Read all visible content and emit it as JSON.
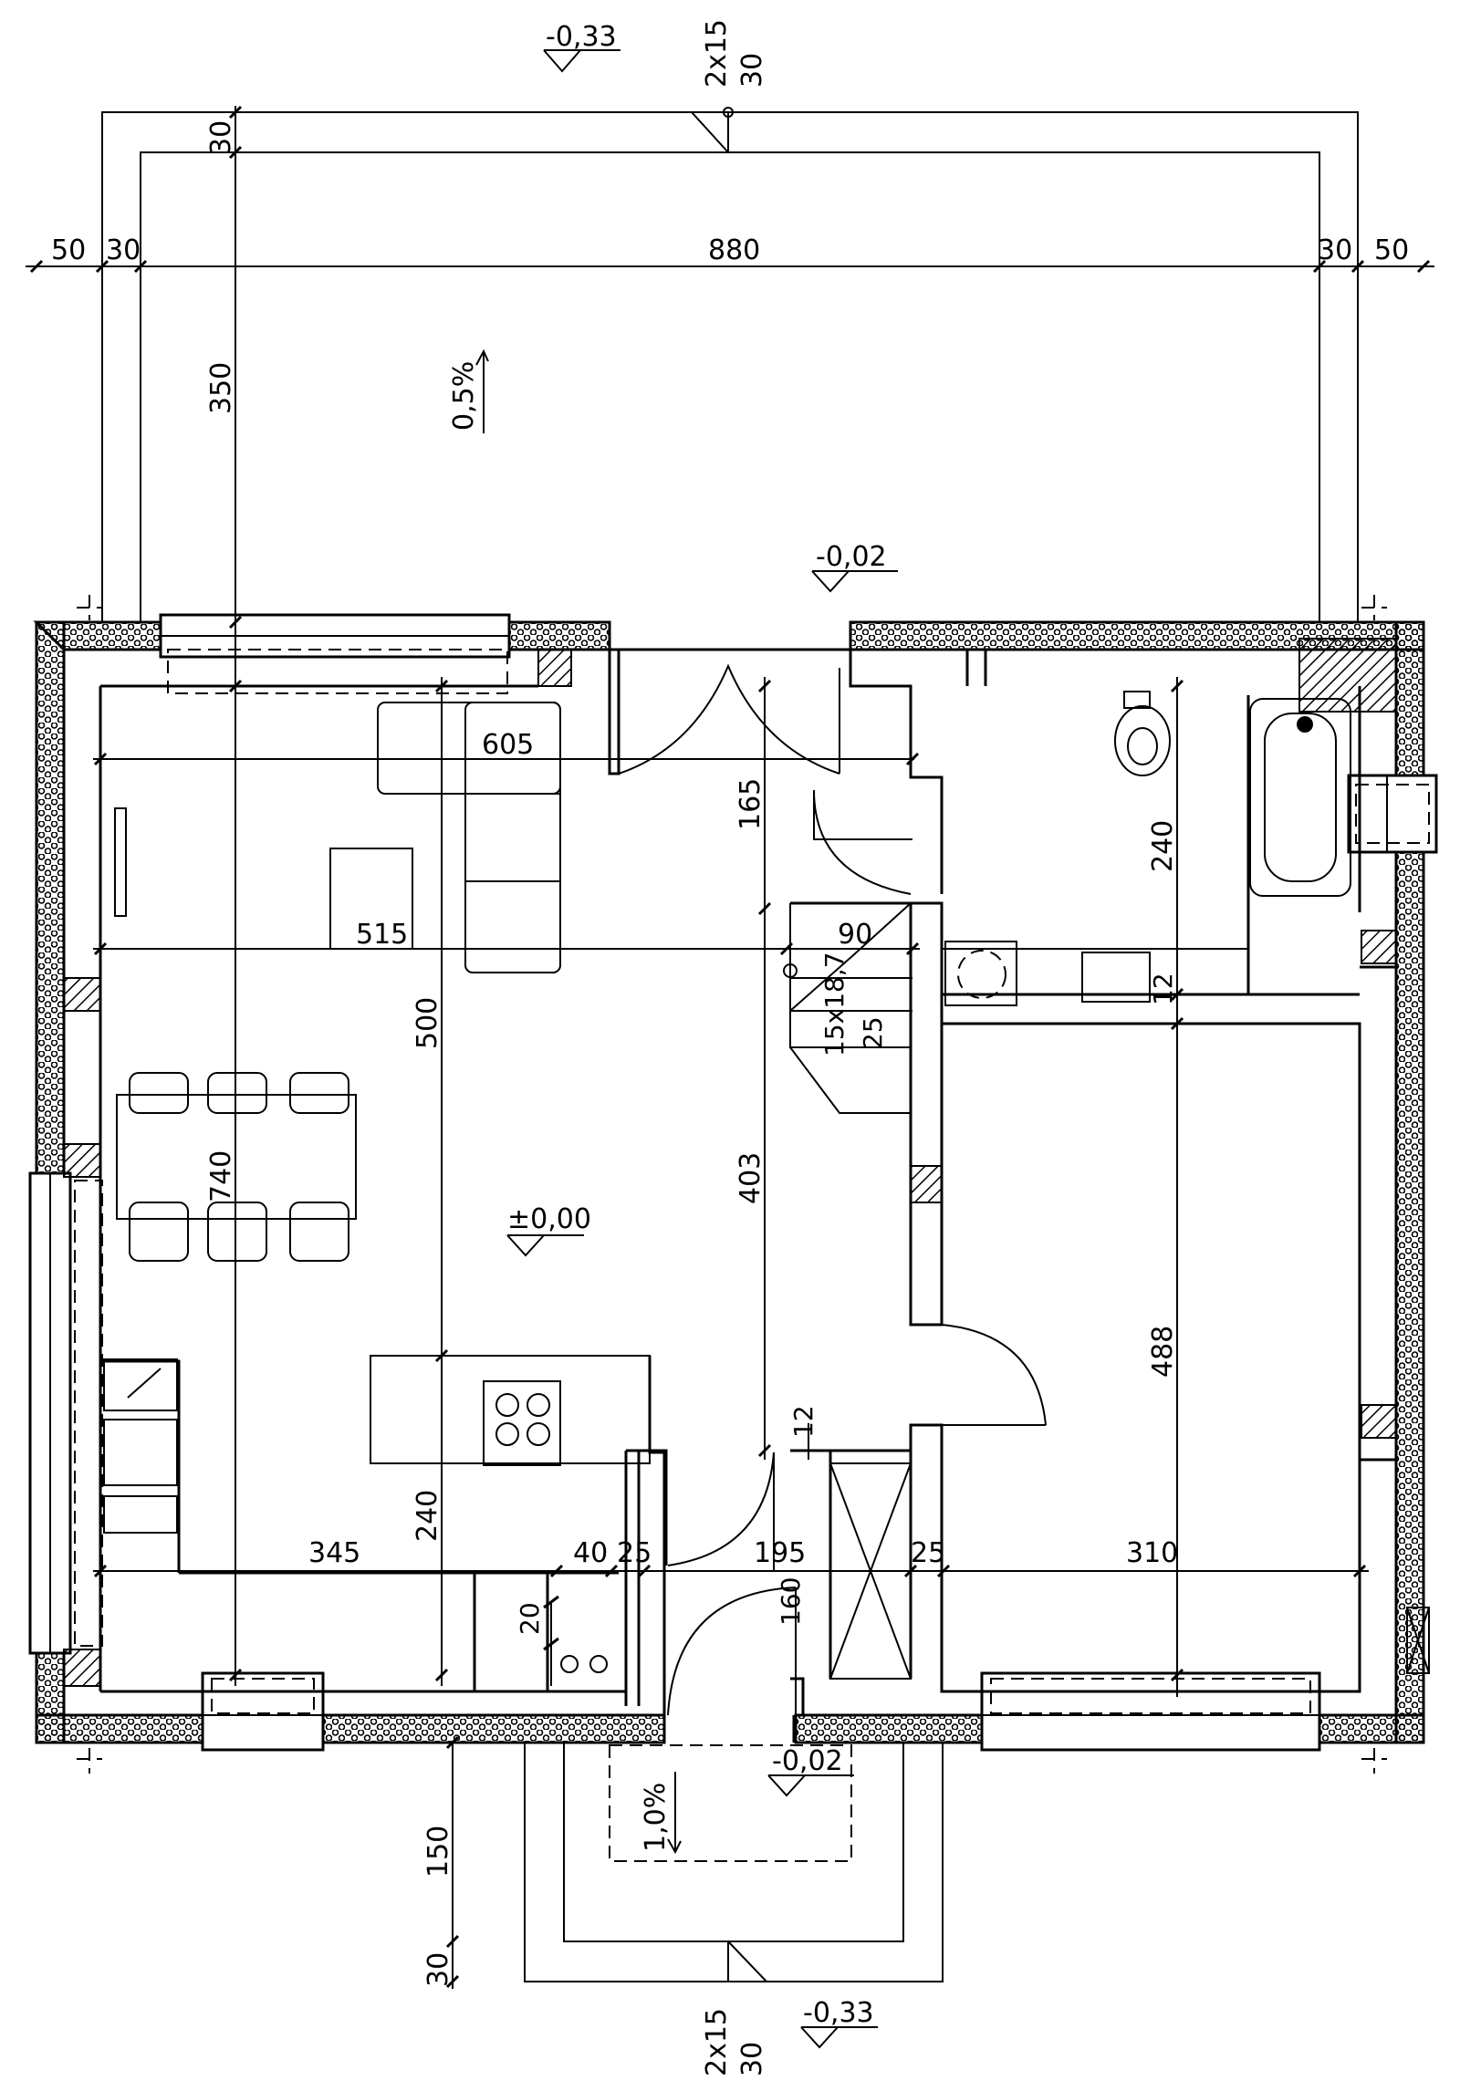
{
  "levels": {
    "top_outer": "-0,33",
    "terrace": "-0,02",
    "floor": "±0,00",
    "entrance": "-0,02",
    "bottom_outer": "-0,33"
  },
  "stairs": {
    "top_steps": "2x15",
    "top_tread": "30",
    "bottom_steps": "2x15",
    "bottom_tread": "30",
    "inner_stair": "15x18,7",
    "inner_tread": "25"
  },
  "slopes": {
    "terrace": "0,5%",
    "entrance": "1,0%"
  },
  "dims": {
    "top_left_wall": "50",
    "top_left_step": "30",
    "overall_width": "880",
    "top_right_step": "30",
    "top_right_wall": "50",
    "terrace_step": "30",
    "terrace_depth": "350",
    "living_605": "605",
    "living_515": "515",
    "stair_90": "90",
    "hall_165": "165",
    "living_500": "500",
    "left_740": "740",
    "hall_403": "403",
    "bath_240": "240",
    "gap_12a": "12",
    "room_488": "488",
    "gap_12b": "12",
    "kitchen_240": "240",
    "kitchen_345": "345",
    "kitchen_40": "40",
    "wall_25a": "25",
    "hall_195": "195",
    "wall_25b": "25",
    "room_310": "310",
    "chimney_20": "20",
    "door_160": "160",
    "entrance_150": "150",
    "entrance_step": "30"
  }
}
